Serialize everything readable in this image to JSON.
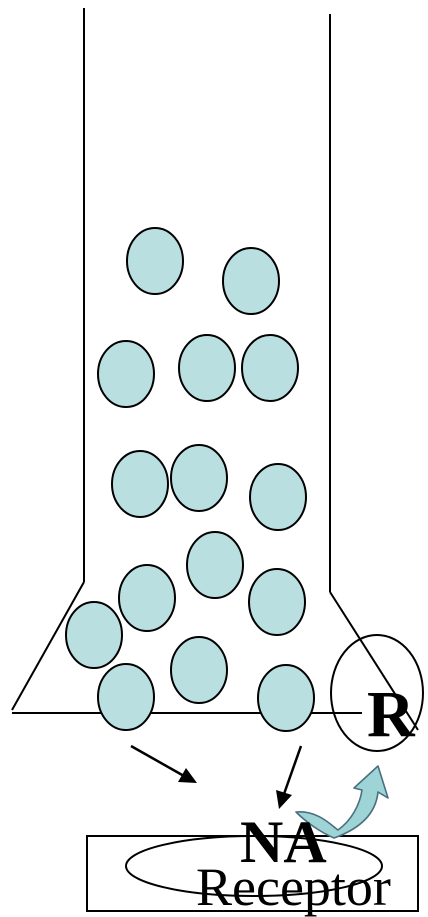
{
  "labels": {
    "receptor_circle": "R",
    "transmitter": "NA",
    "postsynaptic": "Receptor"
  },
  "colors": {
    "vesicle_fill": "#b9dfe0",
    "stroke": "#000000",
    "feedback_arrow_fill": "#9fd4d6",
    "feedback_arrow_stroke": "#4a6f80"
  }
}
